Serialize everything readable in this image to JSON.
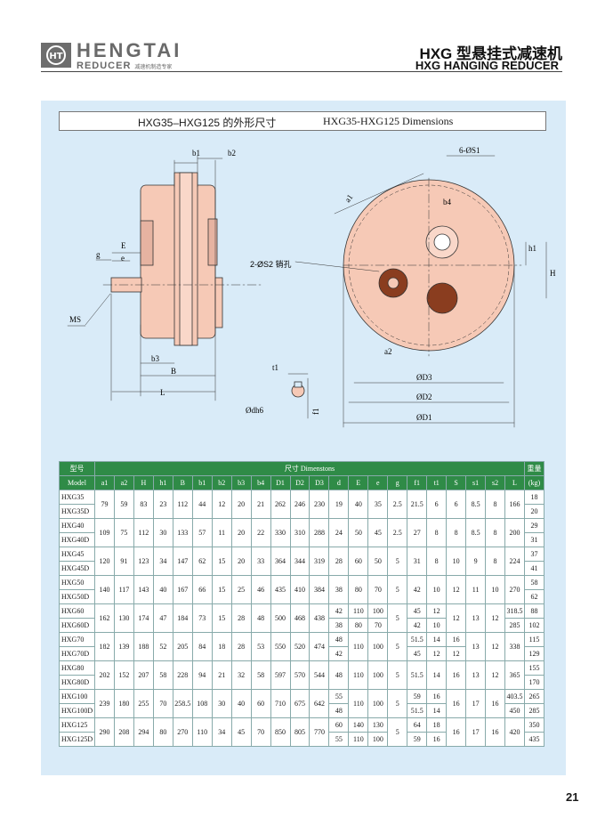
{
  "header": {
    "brand": "HENGTAI",
    "brand_sub": "REDUCER",
    "brand_tag": "减速机制造专家",
    "title_cn": "HXG 型悬挂式减速机",
    "title_en": "HXG HANGING REDUCER"
  },
  "section": {
    "title_cn": "HXG35–HXG125 的外形尺寸",
    "title_en": "HXG35-HXG125 Dimensions"
  },
  "drawing": {
    "labels": {
      "b1": "b1",
      "b2": "b2",
      "E": "E",
      "g": "g",
      "e": "e",
      "MS": "MS",
      "b3": "b3",
      "B": "B",
      "L": "L",
      "t1": "t1",
      "dh6": "Ødh6",
      "f1": "f1",
      "S1": "6-ØS1",
      "a1": "a1",
      "b4": "b4",
      "h1": "h1",
      "H": "H",
      "S2": "2-ØS2 销孔",
      "a2": "a2",
      "D3": "ØD3",
      "D2": "ØD2",
      "D1": "ØD1"
    }
  },
  "table": {
    "header_row1": {
      "model_cn": "型号",
      "dims": "尺寸 Dimenstons",
      "weight_cn": "重量"
    },
    "header_row2": {
      "model_en": "Model",
      "weight_unit": "(kg)"
    },
    "columns": [
      "a1",
      "a2",
      "H",
      "h1",
      "B",
      "b1",
      "b2",
      "b3",
      "b4",
      "D1",
      "D2",
      "D3",
      "d",
      "E",
      "e",
      "g",
      "f1",
      "t1",
      "S",
      "s1",
      "s2",
      "L"
    ],
    "groups": [
      {
        "models": [
          "HXG35",
          "HXG35D"
        ],
        "cells": [
          [
            "79"
          ],
          [
            "59"
          ],
          [
            "83"
          ],
          [
            "23"
          ],
          [
            "112"
          ],
          [
            "44"
          ],
          [
            "12"
          ],
          [
            "20"
          ],
          [
            "21"
          ],
          [
            "262"
          ],
          [
            "246"
          ],
          [
            "230"
          ],
          [
            "19"
          ],
          [
            "40"
          ],
          [
            "35"
          ],
          [
            "2.5"
          ],
          [
            "21.5"
          ],
          [
            "6"
          ],
          [
            "6"
          ],
          [
            "8.5"
          ],
          [
            "8"
          ],
          [
            "166"
          ]
        ],
        "weights": [
          "18",
          "20"
        ]
      },
      {
        "models": [
          "HXG40",
          "HXG40D"
        ],
        "cells": [
          [
            "109"
          ],
          [
            "75"
          ],
          [
            "112"
          ],
          [
            "30"
          ],
          [
            "133"
          ],
          [
            "57"
          ],
          [
            "11"
          ],
          [
            "20"
          ],
          [
            "22"
          ],
          [
            "330"
          ],
          [
            "310"
          ],
          [
            "288"
          ],
          [
            "24"
          ],
          [
            "50"
          ],
          [
            "45"
          ],
          [
            "2.5"
          ],
          [
            "27"
          ],
          [
            "8"
          ],
          [
            "8"
          ],
          [
            "8.5"
          ],
          [
            "8"
          ],
          [
            "200"
          ]
        ],
        "weights": [
          "29",
          "31"
        ]
      },
      {
        "models": [
          "HXG45",
          "HXG45D"
        ],
        "cells": [
          [
            "120"
          ],
          [
            "91"
          ],
          [
            "123"
          ],
          [
            "34"
          ],
          [
            "147"
          ],
          [
            "62"
          ],
          [
            "15"
          ],
          [
            "20"
          ],
          [
            "33"
          ],
          [
            "364"
          ],
          [
            "344"
          ],
          [
            "319"
          ],
          [
            "28"
          ],
          [
            "60"
          ],
          [
            "50"
          ],
          [
            "5"
          ],
          [
            "31"
          ],
          [
            "8"
          ],
          [
            "10"
          ],
          [
            "9"
          ],
          [
            "8"
          ],
          [
            "224"
          ]
        ],
        "weights": [
          "37",
          "41"
        ]
      },
      {
        "models": [
          "HXG50",
          "HXG50D"
        ],
        "cells": [
          [
            "140"
          ],
          [
            "117"
          ],
          [
            "143"
          ],
          [
            "40"
          ],
          [
            "167"
          ],
          [
            "66"
          ],
          [
            "15"
          ],
          [
            "25"
          ],
          [
            "46"
          ],
          [
            "435"
          ],
          [
            "410"
          ],
          [
            "384"
          ],
          [
            "38"
          ],
          [
            "80"
          ],
          [
            "70"
          ],
          [
            "5"
          ],
          [
            "42"
          ],
          [
            "10"
          ],
          [
            "12"
          ],
          [
            "11"
          ],
          [
            "10"
          ],
          [
            "270"
          ]
        ],
        "weights": [
          "58",
          "62"
        ]
      },
      {
        "models": [
          "HXG60",
          "HXG60D"
        ],
        "cells": [
          [
            "162"
          ],
          [
            "130"
          ],
          [
            "174"
          ],
          [
            "47"
          ],
          [
            "184"
          ],
          [
            "73"
          ],
          [
            "15"
          ],
          [
            "28"
          ],
          [
            "48"
          ],
          [
            "500"
          ],
          [
            "468"
          ],
          [
            "438"
          ],
          [
            "42",
            "38"
          ],
          [
            "110",
            "80"
          ],
          [
            "100",
            "70"
          ],
          [
            "5"
          ],
          [
            "45",
            "42"
          ],
          [
            "12",
            "10"
          ],
          [
            "12"
          ],
          [
            "13"
          ],
          [
            "12"
          ],
          [
            "318.5",
            "285"
          ]
        ],
        "weights": [
          "88",
          "102"
        ]
      },
      {
        "models": [
          "HXG70",
          "HXG70D"
        ],
        "cells": [
          [
            "182"
          ],
          [
            "139"
          ],
          [
            "188"
          ],
          [
            "52"
          ],
          [
            "205"
          ],
          [
            "84"
          ],
          [
            "18"
          ],
          [
            "28"
          ],
          [
            "53"
          ],
          [
            "550"
          ],
          [
            "520"
          ],
          [
            "474"
          ],
          [
            "48",
            "42"
          ],
          [
            "110"
          ],
          [
            "100"
          ],
          [
            "5"
          ],
          [
            "51.5",
            "45"
          ],
          [
            "14",
            "12"
          ],
          [
            "16",
            "12"
          ],
          [
            "13"
          ],
          [
            "12"
          ],
          [
            "338"
          ]
        ],
        "weights": [
          "115",
          "129"
        ]
      },
      {
        "models": [
          "HXG80",
          "HXG80D"
        ],
        "cells": [
          [
            "202"
          ],
          [
            "152"
          ],
          [
            "207"
          ],
          [
            "58"
          ],
          [
            "228"
          ],
          [
            "94"
          ],
          [
            "21"
          ],
          [
            "32"
          ],
          [
            "58"
          ],
          [
            "597"
          ],
          [
            "570"
          ],
          [
            "544"
          ],
          [
            "48"
          ],
          [
            "110"
          ],
          [
            "100"
          ],
          [
            "5"
          ],
          [
            "51.5"
          ],
          [
            "14"
          ],
          [
            "16"
          ],
          [
            "13"
          ],
          [
            "12"
          ],
          [
            "365"
          ]
        ],
        "weights": [
          "155",
          "170"
        ]
      },
      {
        "models": [
          "HXG100",
          "HXG100D"
        ],
        "cells": [
          [
            "239"
          ],
          [
            "180"
          ],
          [
            "255"
          ],
          [
            "70"
          ],
          [
            "258.5"
          ],
          [
            "108"
          ],
          [
            "30"
          ],
          [
            "40"
          ],
          [
            "60"
          ],
          [
            "710"
          ],
          [
            "675"
          ],
          [
            "642"
          ],
          [
            "55",
            "48"
          ],
          [
            "110"
          ],
          [
            "100"
          ],
          [
            "5"
          ],
          [
            "59",
            "51.5"
          ],
          [
            "16",
            "14"
          ],
          [
            "16"
          ],
          [
            "17"
          ],
          [
            "16"
          ],
          [
            "403.5",
            "450"
          ]
        ],
        "weights": [
          "265",
          "285"
        ]
      },
      {
        "models": [
          "HXG125",
          "HXG125D"
        ],
        "cells": [
          [
            "290"
          ],
          [
            "208"
          ],
          [
            "294"
          ],
          [
            "80"
          ],
          [
            "270"
          ],
          [
            "110"
          ],
          [
            "34"
          ],
          [
            "45"
          ],
          [
            "70"
          ],
          [
            "850"
          ],
          [
            "805"
          ],
          [
            "770"
          ],
          [
            "60",
            "55"
          ],
          [
            "140",
            "110"
          ],
          [
            "130",
            "100"
          ],
          [
            "5"
          ],
          [
            "64",
            "59"
          ],
          [
            "18",
            "16"
          ],
          [
            "16"
          ],
          [
            "17"
          ],
          [
            "16"
          ],
          [
            "420"
          ]
        ],
        "weights": [
          "350",
          "435"
        ]
      }
    ]
  },
  "page_number": "21",
  "colors": {
    "panel": "#d9ebf8",
    "body": "#f6c9b6",
    "table_header": "#2f8b47"
  }
}
